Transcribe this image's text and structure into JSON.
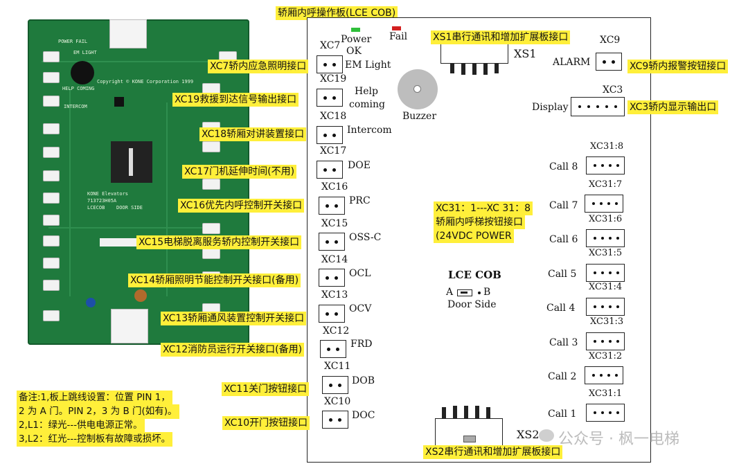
{
  "header": {
    "title": "轿厢内呼操作板(LCE COB)"
  },
  "indicators": {
    "power": {
      "label": "Power",
      "color": "#2fbf3a"
    },
    "fail": {
      "label": "Fail",
      "color": "#d32020"
    },
    "ok_label": "OK"
  },
  "connectors_left": [
    {
      "id": "XC7",
      "desc": "EM Light"
    },
    {
      "id": "XC19",
      "desc": "Help",
      "desc2": "coming"
    },
    {
      "id": "XC18",
      "desc": "Intercom"
    },
    {
      "id": "XC17",
      "desc": "DOE"
    },
    {
      "id": "XC16",
      "desc": "PRC"
    },
    {
      "id": "XC15",
      "desc": "OSS-C"
    },
    {
      "id": "XC14",
      "desc": "OCL"
    },
    {
      "id": "XC13",
      "desc": "OCV"
    },
    {
      "id": "XC12",
      "desc": "FRD"
    },
    {
      "id": "XC11",
      "desc": "DOB"
    },
    {
      "id": "XC10",
      "desc": "DOC"
    }
  ],
  "connectors_right": {
    "xc9": {
      "id": "XC9",
      "desc": "ALARM"
    },
    "xc3": {
      "id": "XC3",
      "desc": "Display"
    },
    "calls": [
      {
        "id": "XC31:8",
        "desc": "Call 8"
      },
      {
        "id": "XC31:7",
        "desc": "Call 7"
      },
      {
        "id": "XC31:6",
        "desc": "Call 6"
      },
      {
        "id": "XC31:5",
        "desc": "Call 5"
      },
      {
        "id": "XC31:4",
        "desc": "Call 4"
      },
      {
        "id": "XC31:3",
        "desc": "Call 3"
      },
      {
        "id": "XC31:2",
        "desc": "Call 2"
      },
      {
        "id": "XC31:1",
        "desc": "Call 1"
      }
    ]
  },
  "serial": {
    "xs1": "XS1",
    "xs2": "XS2"
  },
  "buzzer_label": "Buzzer",
  "center": {
    "title": "LCE COB",
    "a": "A",
    "b": "B",
    "door_side": "Door Side"
  },
  "callouts": {
    "xs1": "XS1串行通讯和增加扩展板接口",
    "xc7": "XC7轿内应急照明接口",
    "xc9": "XC9轿内报警按钮接口",
    "xc19": "XC19救援到达信号输出接口",
    "xc3": "XC3轿内显示输出口",
    "xc18": "XC18轿厢对讲装置接口",
    "xc17": "XC17门机延伸时间(不用)",
    "xc16": "XC16优先内呼控制开关接口",
    "xc15": "XC15电梯脱离服务轿内控制开关接口",
    "xc14": "XC14轿厢照明节能控制开关接口(备用)",
    "xc13": "XC13轿厢通风装置控制开关接口",
    "xc12": "XC12消防员运行开关接口(备用)",
    "xc11": "XC11关门按钮接口",
    "xc10": "XC10开门按钮接口",
    "xs2": "XS2串行通讯和增加扩展板接口",
    "xc31_line1": "XC31：1---XC 31：8",
    "xc31_line2": "轿厢内呼梯按钮接口",
    "xc31_line3": "(24VDC POWER"
  },
  "notes": [
    "备注:1,板上跳线设置：位置 PIN 1，",
    "2 为 A 门。PIN 2，3 为 B 门(如有)。",
    "2,L1：绿光---供电电源正常。",
    "3,L2：红光---控制板有故障或损坏。"
  ],
  "pcb_silk": {
    "power_fail": "POWER FAIL",
    "em_light": "EM LIGHT",
    "help_coming": "HELP COMING",
    "intercom": "INTERCOM",
    "copyright": "Copyright © KONE Corporation 1999",
    "kone": "KONE Elevators",
    "part": "713723H05A",
    "lcecob": "LCECOB",
    "door_side": "DOOR SIDE"
  },
  "watermark": "公众号 · 枫一电梯"
}
